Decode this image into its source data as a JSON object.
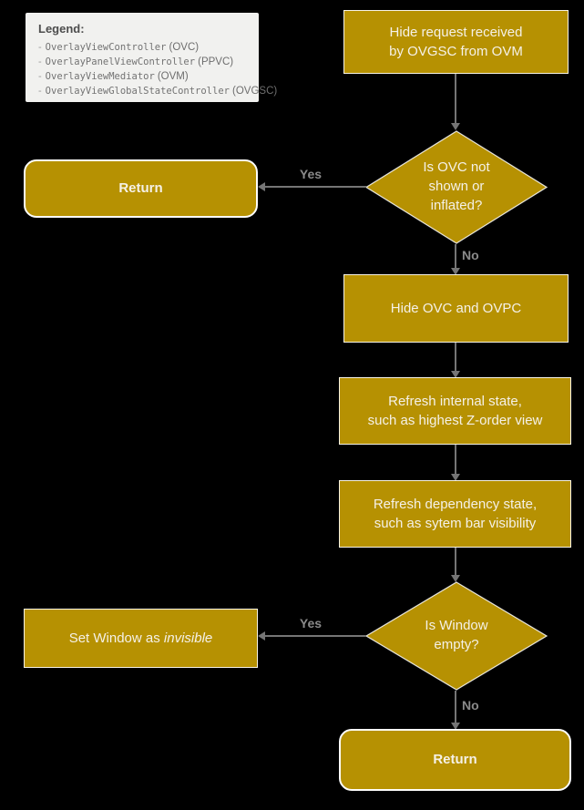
{
  "colors": {
    "background": "#000000",
    "node_fill": "#b69102",
    "node_text": "#f5f1e8",
    "node_border": "#ffffff",
    "edge_line": "#757575",
    "edge_label": "#8a8a8a",
    "legend_background": "#f1f1ef",
    "legend_text": "#737373"
  },
  "legend": {
    "title": "Legend:",
    "bullet": "-",
    "items": [
      {
        "code": "OverlayViewController",
        "abbr": "(OVC)"
      },
      {
        "code": "OverlayPanelViewController",
        "abbr": "(PPVC)"
      },
      {
        "code": "OverlayViewMediator",
        "abbr": "(OVM)"
      },
      {
        "code": "OverlayViewGlobalStateController",
        "abbr": "(OVGSC)"
      }
    ]
  },
  "nodes": {
    "start": {
      "label": "Hide request received\nby OVGSC from OVM",
      "shape": "rectangle"
    },
    "decision_ovc": {
      "label": "Is OVC not\nshown or\ninflated?",
      "shape": "diamond"
    },
    "return_top": {
      "label": "Return",
      "shape": "rounded"
    },
    "hide_ovc": {
      "label": "Hide OVC and OVPC",
      "shape": "rectangle"
    },
    "refresh_internal": {
      "label": "Refresh internal state,\nsuch as highest Z-order view",
      "shape": "rectangle"
    },
    "refresh_dependency": {
      "label": "Refresh dependency state,\nsuch as sytem bar visibility",
      "shape": "rectangle"
    },
    "decision_window": {
      "label": "Is Window\nempty?",
      "shape": "diamond"
    },
    "set_window": {
      "label_prefix": "Set Window as ",
      "label_italic": "invisible",
      "shape": "rectangle"
    },
    "return_bottom": {
      "label": "Return",
      "shape": "rounded"
    }
  },
  "edges": {
    "yes1": "Yes",
    "no1": "No",
    "yes2": "Yes",
    "no2": "No"
  }
}
